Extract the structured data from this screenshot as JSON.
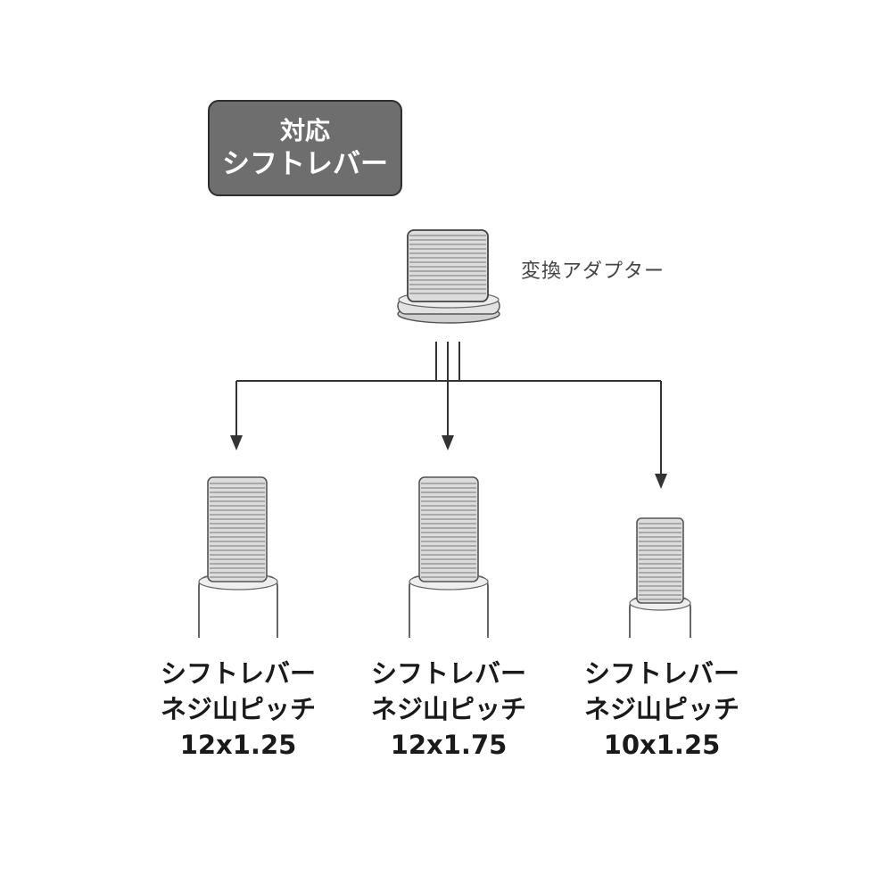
{
  "header": {
    "line1": "対応",
    "line2": "シフトレバー"
  },
  "adapter": {
    "label": "変換アダプター"
  },
  "levers": [
    {
      "name": "シフトレバー",
      "pitch_label": "ネジ山ピッチ",
      "spec": "12x1.25"
    },
    {
      "name": "シフトレバー",
      "pitch_label": "ネジ山ピッチ",
      "spec": "12x1.75"
    },
    {
      "name": "シフトレバー",
      "pitch_label": "ネジ山ピッチ",
      "spec": "10x1.25"
    }
  ]
}
